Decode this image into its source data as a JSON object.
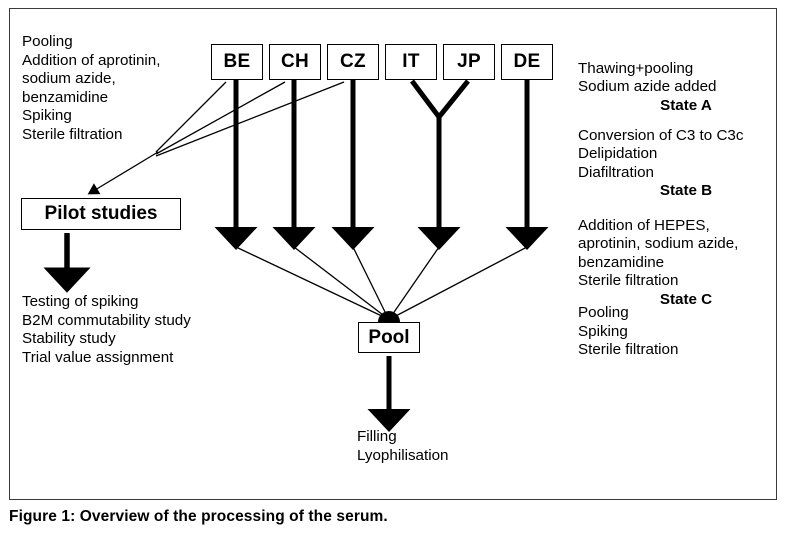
{
  "figure": {
    "caption": "Figure 1: Overview of the processing of the serum.",
    "colors": {
      "frame": "#3a3a3a",
      "stroke": "#000000",
      "background": "#ffffff"
    }
  },
  "nodes": {
    "countries": [
      {
        "id": "BE",
        "label": "BE"
      },
      {
        "id": "CH",
        "label": "CH"
      },
      {
        "id": "CZ",
        "label": "CZ"
      },
      {
        "id": "IT",
        "label": "IT"
      },
      {
        "id": "JP",
        "label": "JP"
      },
      {
        "id": "DE",
        "label": "DE"
      }
    ],
    "pilot": {
      "label": "Pilot studies"
    },
    "pool": {
      "label": "Pool"
    }
  },
  "left_column": {
    "top_steps": "Pooling\nAddition of aprotinin,\nsodium azide,\nbenzamidine\nSpiking\nSterile filtration",
    "bottom_steps": "Testing of spiking\nB2M commutability study\nStability study\nTrial value assignment"
  },
  "right_column": {
    "blocks": [
      {
        "lines": "Thawing+pooling\nSodium azide added",
        "state": "State A"
      },
      {
        "lines": "Conversion of C3 to C3c\nDelipidation\nDiafiltration",
        "state": "State B"
      },
      {
        "lines": "Addition of HEPES,\naprotinin, sodium azide,\nbenzamidine\nSterile filtration",
        "state": "State C"
      },
      {
        "lines": "Pooling\nSpiking\nSterile filtration",
        "state": ""
      }
    ]
  },
  "bottom_output": {
    "lines": "Filling\nLyophilisation"
  }
}
